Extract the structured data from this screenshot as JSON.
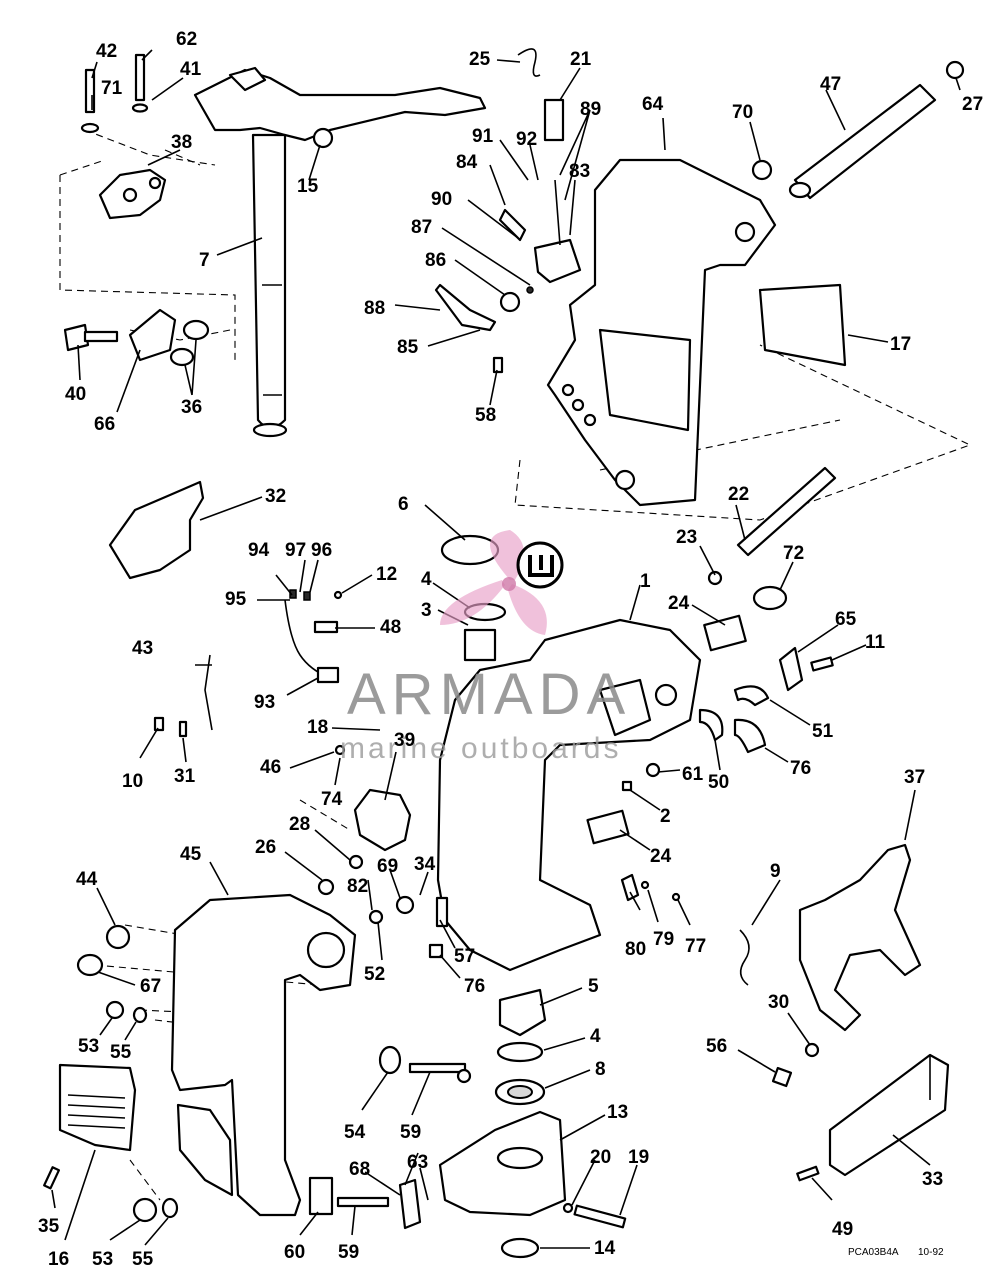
{
  "watermark": {
    "brand": "ARMADA",
    "tagline": "marine outboards",
    "accent": "#e8a0c8"
  },
  "footer": {
    "code": "PCA03B4A",
    "date": "10-92"
  },
  "callouts": {
    "c1": "1",
    "c2": "2",
    "c3": "3",
    "c4a": "4",
    "c4b": "4",
    "c5": "5",
    "c6": "6",
    "c7": "7",
    "c8": "8",
    "c9": "9",
    "c10": "10",
    "c11": "11",
    "c12": "12",
    "c13": "13",
    "c14": "14",
    "c15": "15",
    "c16": "16",
    "c17": "17",
    "c18": "18",
    "c19": "19",
    "c20": "20",
    "c21": "21",
    "c22": "22",
    "c23": "23",
    "c24a": "24",
    "c24b": "24",
    "c25": "25",
    "c26": "26",
    "c27": "27",
    "c28": "28",
    "c30": "30",
    "c31": "31",
    "c32": "32",
    "c33": "33",
    "c34": "34",
    "c35": "35",
    "c36": "36",
    "c37": "37",
    "c38": "38",
    "c39": "39",
    "c40": "40",
    "c41": "41",
    "c42": "42",
    "c43": "43",
    "c44": "44",
    "c45": "45",
    "c46": "46",
    "c47": "47",
    "c48": "48",
    "c49": "49",
    "c50": "50",
    "c51": "51",
    "c52": "52",
    "c53a": "53",
    "c53b": "53",
    "c54": "54",
    "c55a": "55",
    "c55b": "55",
    "c56": "56",
    "c57": "57",
    "c58": "58",
    "c59a": "59",
    "c59b": "59",
    "c60": "60",
    "c61": "61",
    "c62": "62",
    "c63": "63",
    "c64": "64",
    "c65": "65",
    "c66": "66",
    "c67": "67",
    "c68": "68",
    "c69": "69",
    "c70": "70",
    "c71": "71",
    "c72": "72",
    "c74": "74",
    "c76a": "76",
    "c76b": "76",
    "c77": "77",
    "c79": "79",
    "c80": "80",
    "c82": "82",
    "c83": "83",
    "c84": "84",
    "c85": "85",
    "c86": "86",
    "c87": "87",
    "c88": "88",
    "c89": "89",
    "c90": "90",
    "c91": "91",
    "c92": "92",
    "c93": "93",
    "c94": "94",
    "c95": "95",
    "c96": "96",
    "c97": "97"
  }
}
